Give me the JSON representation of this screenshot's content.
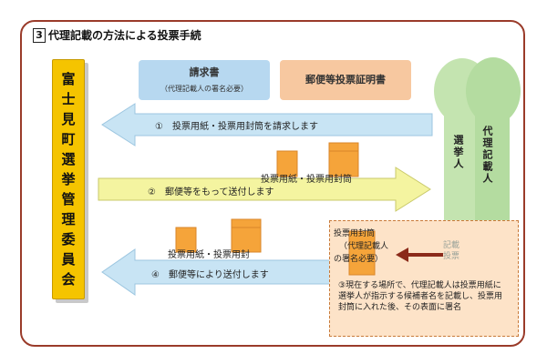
{
  "title": {
    "number": "3",
    "text": "代理記載の方法による投票手続"
  },
  "sidebar_label": "富士見町選挙管理委員会",
  "request_box": {
    "title": "請求書",
    "note": "（代理記載人の署名必要）"
  },
  "certificate_box": {
    "text": "郵便等投票証明書"
  },
  "step1": {
    "text": "①　投票用紙・投票用封筒を請求します"
  },
  "step2": {
    "text": "②　郵便等をもって送付します",
    "items_label": "投票用紙・投票用封筒"
  },
  "step4": {
    "text": "④　郵便等により送付します",
    "items_label": "投票用紙・投票用封"
  },
  "envelope_note": {
    "line1": "投票用封筒",
    "line2": "（代理記載人",
    "line3": "の署名必要）"
  },
  "step3_note": "③現在する場所で、代理記載人は投票用紙に選挙人が指示する候補者名を記載し、投票用封筒に入れた後、その表面に署名",
  "faded_text": {
    "line1": "記載",
    "line2": "投票"
  },
  "voter_label": "選挙人",
  "proxy_label": "代理記載人",
  "colors": {
    "frame": "#9a3b2a",
    "sidebar": "#f5c400",
    "blue_arrow": "#c8e4f4",
    "yellow_arrow": "#f4f4a0",
    "green_figure": "#b4dca0",
    "package": "#f5a43a",
    "note_bg": "#fde3c8",
    "red_arrow": "#8b2a1a"
  },
  "icons": [
    "package-icon",
    "proxy-arrow-icon"
  ]
}
